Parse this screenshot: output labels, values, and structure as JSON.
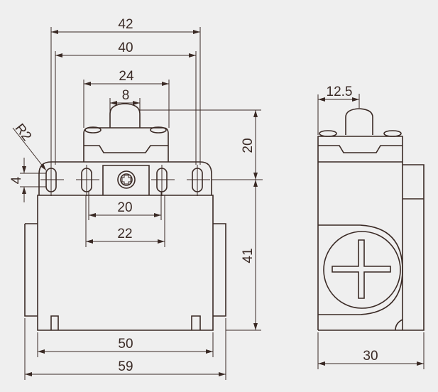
{
  "drawing": {
    "line_color": "#3a2a25",
    "background": "#efefef",
    "front_view": {
      "dim_overall_mount": "42",
      "dim_mount_holes": "40",
      "dim_cap_width": "24",
      "dim_plunger": "8",
      "dim_plunger_height": "20",
      "dim_body_height": "41",
      "dim_slot_radius": "R2",
      "dim_slot_height": "4",
      "dim_inner_holes": "20",
      "dim_inner_outer": "22",
      "dim_body_width": "50",
      "dim_overall_width": "59"
    },
    "side_view": {
      "dim_plunger_offset": "12.5",
      "dim_depth": "30"
    }
  }
}
